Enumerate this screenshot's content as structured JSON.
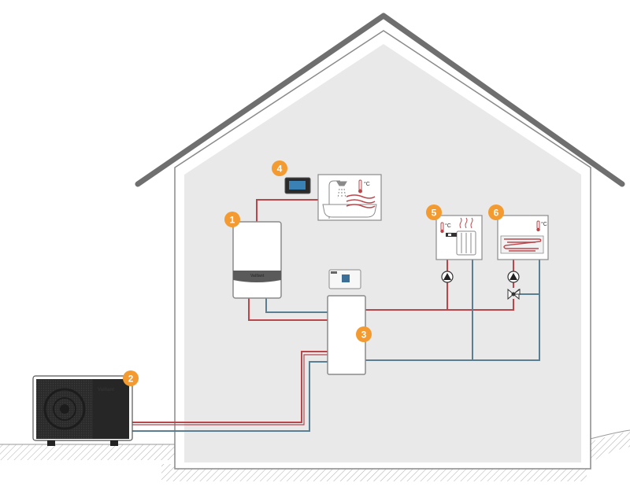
{
  "colors": {
    "roof": "#6f6f6f",
    "house_outline": "#8a8a8a",
    "interior": "#e9e9ea",
    "flow_pipe": "#b8474c",
    "return_pipe": "#5a7f92",
    "badge": "#f39b30",
    "unit_dark": "#2b2b2b",
    "ground_hatch": "#aaaaaa"
  },
  "brand": {
    "boiler_label": "Vaillant",
    "heat_pump_label": "Vaillant"
  },
  "components": [
    {
      "number": "1",
      "name": "boiler",
      "icon": "wall-boiler-icon"
    },
    {
      "number": "2",
      "name": "heat-pump",
      "icon": "outdoor-heat-pump-icon"
    },
    {
      "number": "3",
      "name": "hydraulic-station",
      "icon": "storage-cylinder-icon"
    },
    {
      "number": "4",
      "name": "system-controller",
      "icon": "controller-icon"
    },
    {
      "number": "5",
      "name": "radiator-circuit",
      "icon": "radiator-icon"
    },
    {
      "number": "6",
      "name": "underfloor-circuit",
      "icon": "underfloor-heating-icon"
    }
  ],
  "symbols": {
    "degree_unit": "°C"
  }
}
